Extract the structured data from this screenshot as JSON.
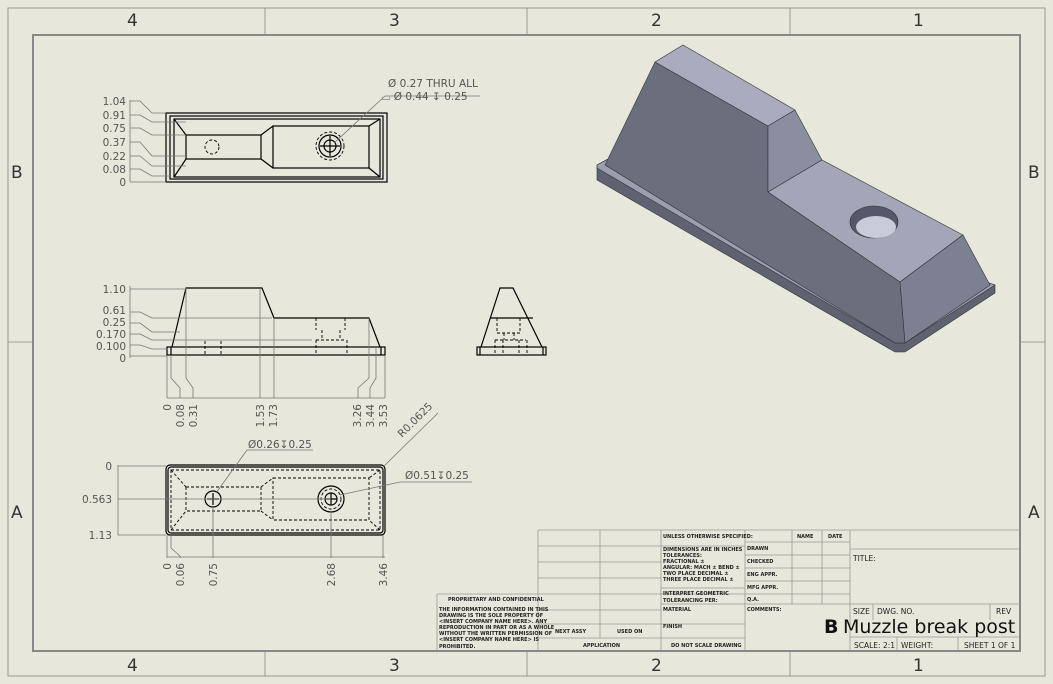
{
  "border": {
    "zones_columns": [
      "4",
      "3",
      "2",
      "1"
    ],
    "zones_rows": [
      "B",
      "A"
    ]
  },
  "colors": {
    "background": "#e8e7dc",
    "model_dark": "#6b6e7c",
    "model_mid": "#8a8ea0",
    "model_light": "#a8acbe"
  },
  "top_view": {
    "callout_line1": "Ø 0.27 THRU ALL",
    "callout_line2": "⌴ Ø 0.44 ↧ 0.25",
    "ordinates": [
      "1.04",
      "0.91",
      "0.75",
      "0.37",
      "0.22",
      "0.08",
      "0"
    ]
  },
  "front_view": {
    "ordinates_vertical": [
      "1.10",
      "0.61",
      "0.25",
      "0.170",
      "0.100",
      "0"
    ],
    "ordinates_horizontal": [
      "0",
      "0.08",
      "0.31",
      "1.53",
      "1.73",
      "3.26",
      "3.44",
      "3.53"
    ]
  },
  "bottom_view": {
    "radius_callout": "R0.0625",
    "hole_left_callout": "Ø0.26↧0.25",
    "hole_right_callout": "Ø0.51↧0.25",
    "ordinates_vertical": [
      "0",
      "0.563",
      "1.13"
    ],
    "ordinates_horizontal": [
      "0",
      "0.06",
      "0.75",
      "2.68",
      "3.46"
    ]
  },
  "title_block": {
    "proprietary_title": "PROPRIETARY AND CONFIDENTIAL",
    "proprietary_text": [
      "THE INFORMATION CONTAINED IN THIS",
      "DRAWING IS THE SOLE PROPERTY OF",
      "<INSERT COMPANY NAME HERE>. ANY",
      "REPRODUCTION IN PART OR AS A WHOLE",
      "WITHOUT THE WRITTEN PERMISSION OF",
      "<INSERT COMPANY NAME HERE> IS",
      "PROHIBITED."
    ],
    "next_assy": "NEXT ASSY",
    "used_on": "USED ON",
    "application": "APPLICATION",
    "unless": "UNLESS OTHERWISE SPECIFIED:",
    "tolerances": [
      "DIMENSIONS ARE IN INCHES",
      "TOLERANCES:",
      "FRACTIONAL ±",
      "ANGULAR: MACH ±   BEND ±",
      "TWO PLACE DECIMAL    ±",
      "THREE PLACE DECIMAL  ±"
    ],
    "interpret": [
      "INTERPRET GEOMETRIC",
      "TOLERANCING PER:"
    ],
    "material": "MATERIAL",
    "finish": "FINISH",
    "do_not_scale": "DO NOT SCALE DRAWING",
    "col_name": "NAME",
    "col_date": "DATE",
    "rows": [
      "DRAWN",
      "CHECKED",
      "ENG APPR.",
      "MFG APPR.",
      "Q.A.",
      "COMMENTS:"
    ],
    "title_label": "TITLE:",
    "size_label": "SIZE",
    "size_value": "B",
    "dwg_no_label": "DWG.  NO.",
    "rev_label": "REV",
    "dwg_no": "Muzzle break post",
    "scale": "SCALE: 2:1",
    "weight": "WEIGHT:",
    "sheet": "SHEET 1 OF 1"
  }
}
